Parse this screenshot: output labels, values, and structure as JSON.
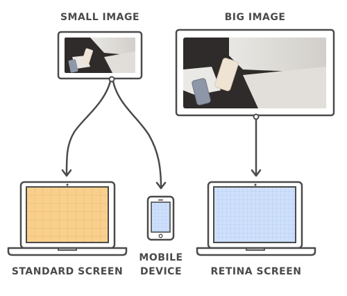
{
  "labels": {
    "small_image": "SMALL IMAGE",
    "big_image": "BIG IMAGE",
    "mobile_line1": "MOBILE",
    "mobile_line2": "DEVICE",
    "standard_screen": "STANDARD SCREEN",
    "retina_screen": "RETINA SCREEN"
  },
  "colors": {
    "stroke": "#4a4a4a",
    "standard_grid_fill": "#f8cf8c",
    "retina_grid_fill": "#cfe0fb",
    "grid_line_standard": "#e8b86c",
    "grid_line_retina": "#9fbfef"
  }
}
